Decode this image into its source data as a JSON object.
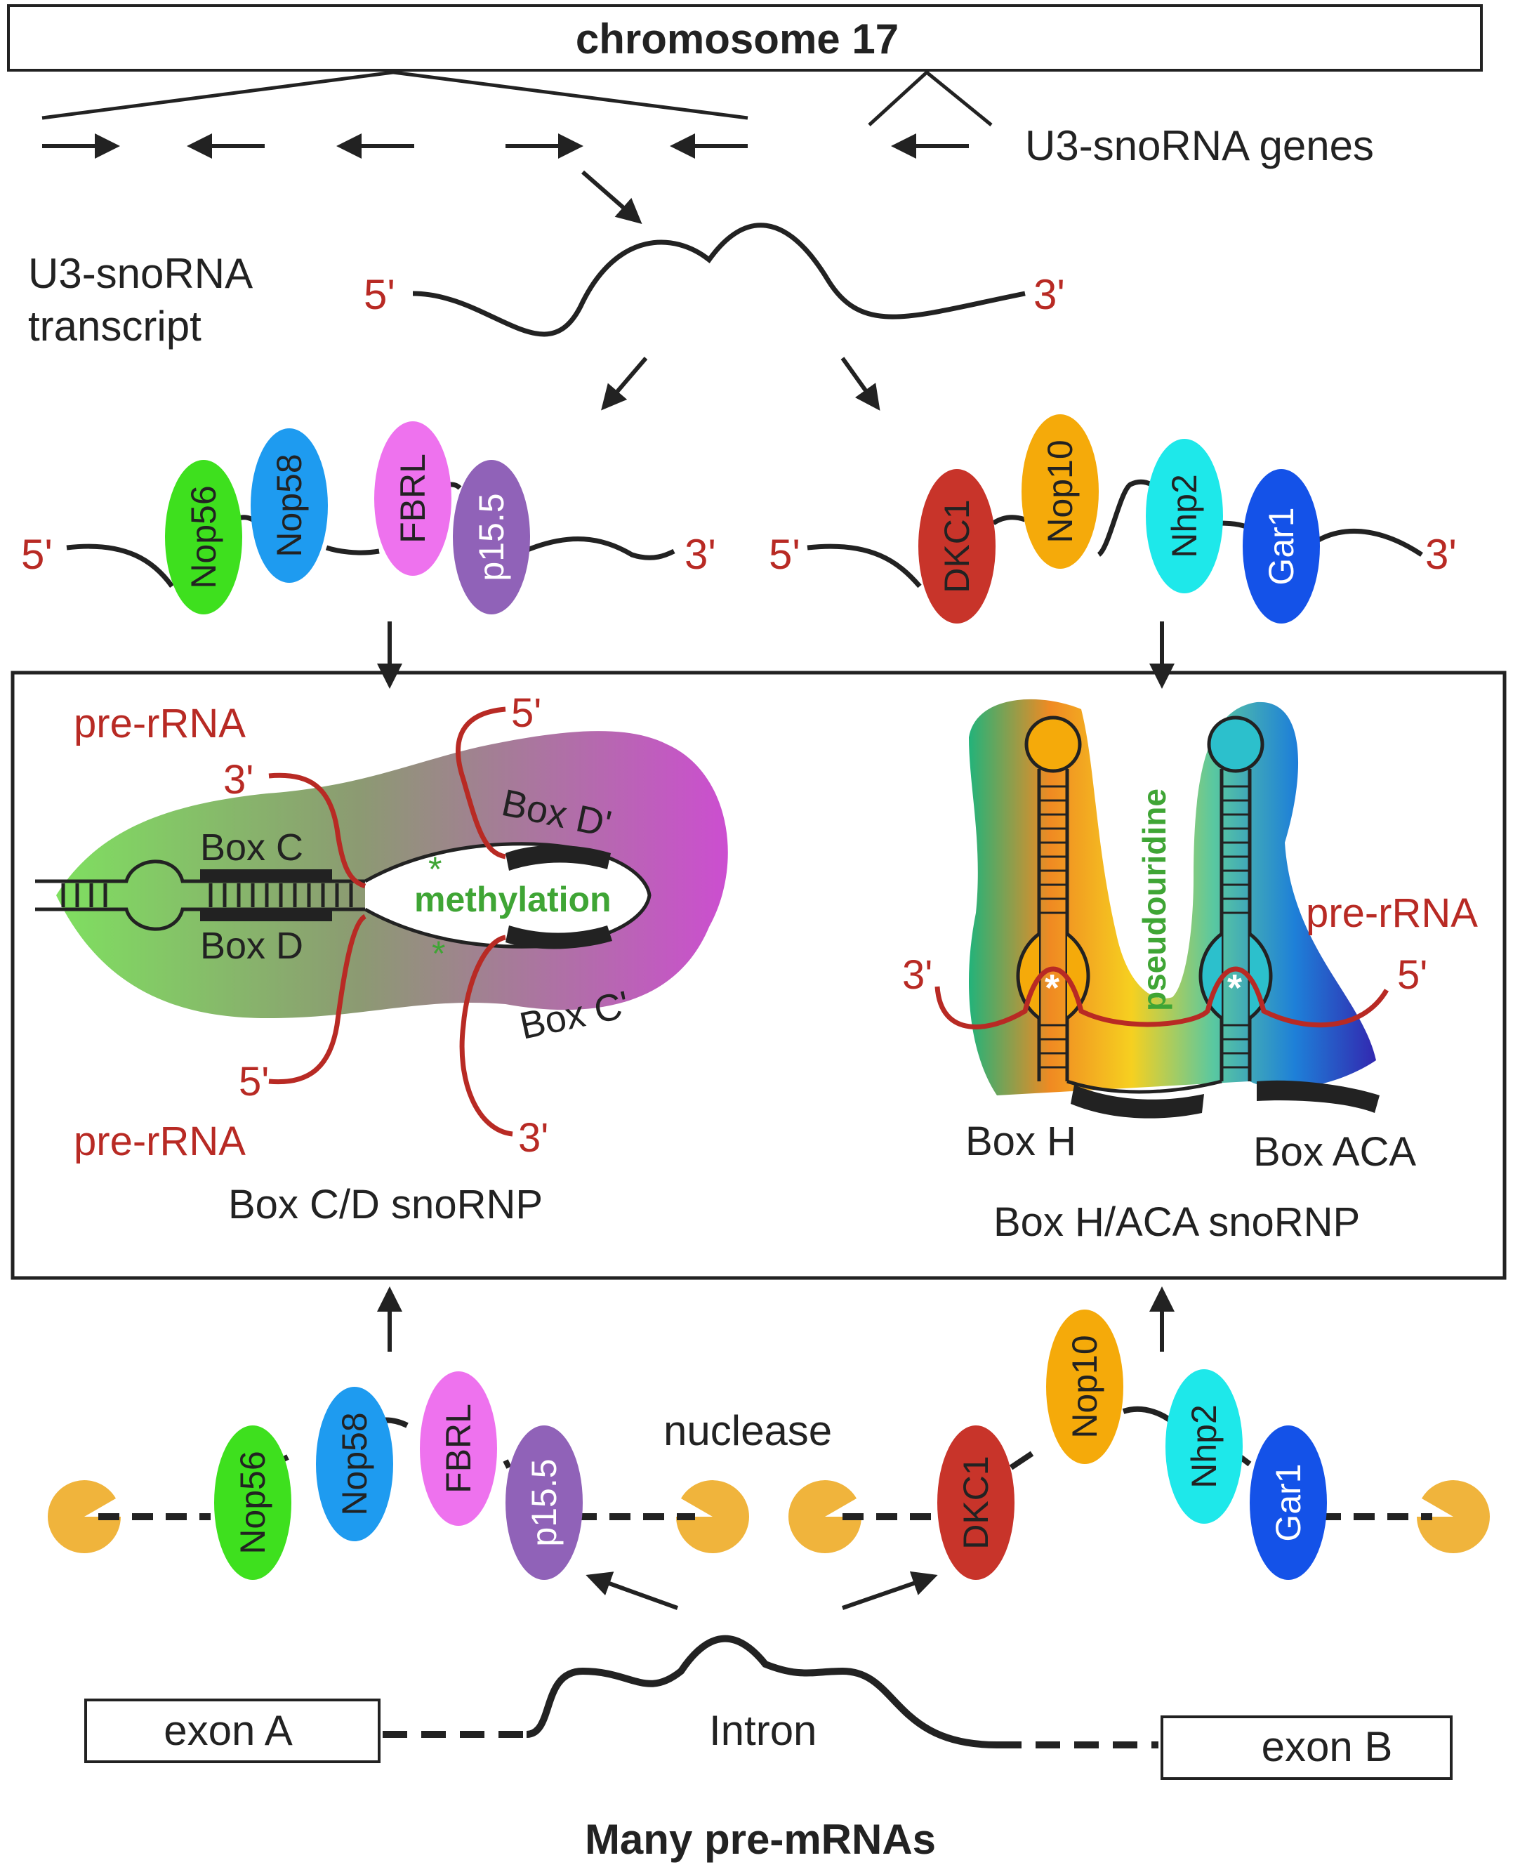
{
  "colors": {
    "rna_red": "#b82a24",
    "strand": "#222222",
    "label_green": "#3fa535",
    "nuclease": "#f0b43c",
    "nop56": "#3ee01e",
    "nop58": "#1e9bf0",
    "fbrl": "#ee72ee",
    "p155": "#9062b8",
    "dkc1": "#c8342a",
    "nop10": "#f5aa0a",
    "nhp2": "#1ee8ea",
    "gar1": "#1452e8"
  },
  "top": {
    "chromosome": "chromosome 17",
    "genes_label": "U3-snoRNA genes",
    "transcript_label_1": "U3-snoRNA",
    "transcript_label_2": "transcript",
    "five_prime": "5'",
    "three_prime": "3'"
  },
  "proteins": {
    "nop56": "Nop56",
    "nop58": "Nop58",
    "fbrl": "FBRL",
    "p155": "p15.5",
    "dkc1": "DKC1",
    "nop10": "Nop10",
    "nhp2": "Nhp2",
    "gar1": "Gar1"
  },
  "cd_complex": {
    "pre_rrna": "pre-rRNA",
    "box_c": "Box C",
    "box_d": "Box D",
    "box_d_prime": "Box D'",
    "box_c_prime": "Box C'",
    "methylation": "methylation",
    "star": "*",
    "caption": "Box C/D snoRNP"
  },
  "haca_complex": {
    "pseudouridine": "pseudouridine",
    "pre_rrna": "pre-rRNA",
    "box_h": "Box H",
    "box_aca": "Box ACA",
    "star": "*",
    "caption": "Box H/ACA snoRNP"
  },
  "bottom": {
    "nuclease": "nuclease",
    "exon_a": "exon A",
    "exon_b": "exon B",
    "intron": "Intron",
    "footer": "Many pre-mRNAs"
  }
}
